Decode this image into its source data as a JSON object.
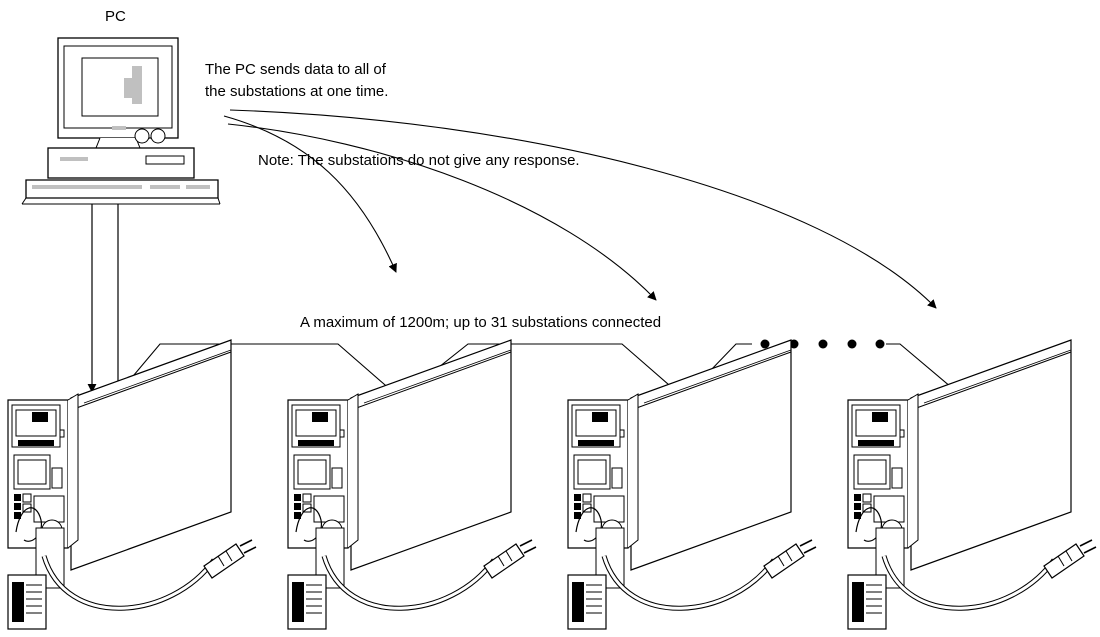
{
  "pc": {
    "label": "PC"
  },
  "notes": {
    "sends_line1": "The PC sends data to all of",
    "sends_line2": "the substations at one time.",
    "no_response": "Note: The substations do not give any response."
  },
  "network": {
    "label": "A maximum of 1200m; up to 31 substations connected"
  },
  "substations": [
    {
      "id": "1"
    },
    {
      "id": "2"
    },
    {
      "id": "3"
    },
    {
      "id": "4"
    }
  ],
  "colors": {
    "line": "#000000",
    "fill": "#ffffff",
    "shade": "#c0c0c0"
  }
}
